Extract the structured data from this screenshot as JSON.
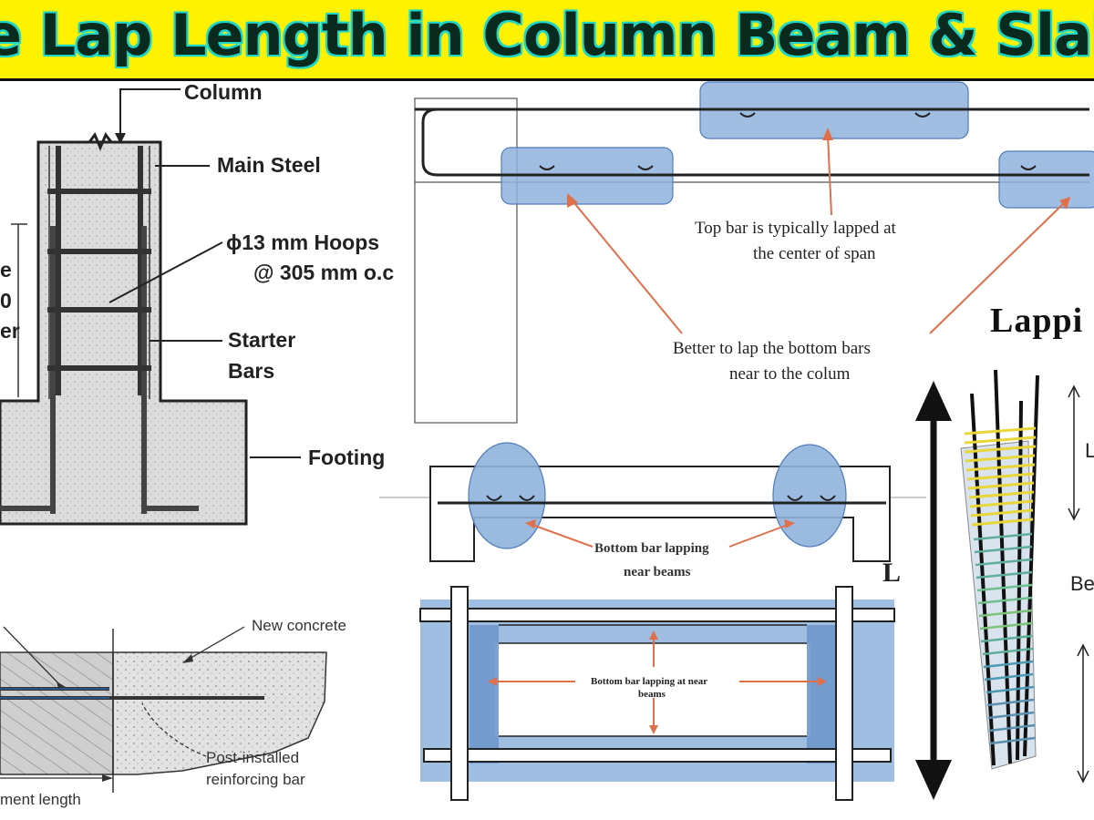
{
  "banner": {
    "title": "e Lap Length in Column Beam & Slab | Lapp"
  },
  "column_diagram": {
    "column": "Column",
    "main_steel": "Main Steel",
    "hoops_1": "ϕ13 mm Hoops",
    "hoops_2": "@ 305 mm o.c",
    "starter_1": "Starter",
    "starter_2": "Bars",
    "footing": "Footing",
    "cut_1": "e",
    "cut_2": "0",
    "cut_3": "er"
  },
  "slab_diagram": {
    "new_concrete": "New concrete",
    "post_installed_1": "Post-installed",
    "post_installed_2": "reinforcing bar",
    "embedment": "ment length"
  },
  "beam_span_diagram": {
    "top_bar_1": "Top bar is typically lapped at",
    "top_bar_2": "the center of span",
    "bottom_bar_1": "Better to lap the bottom bars",
    "bottom_bar_2": "near to the colum"
  },
  "beam_section_diagram": {
    "label_1": "Bottom bar lapping",
    "label_2": "near beams",
    "letter": "L"
  },
  "plan_diagram": {
    "label_1": "Bottom bar lapping at near",
    "label_2": "beams"
  },
  "lapping_diagram": {
    "title": "Lappi",
    "l_label": "L",
    "be_label": "Be"
  },
  "colors": {
    "banner": "#fff200",
    "title_glow": "#1fd6c8",
    "lap_zone": "#8fb3dd",
    "arrow": "#e0704a"
  }
}
